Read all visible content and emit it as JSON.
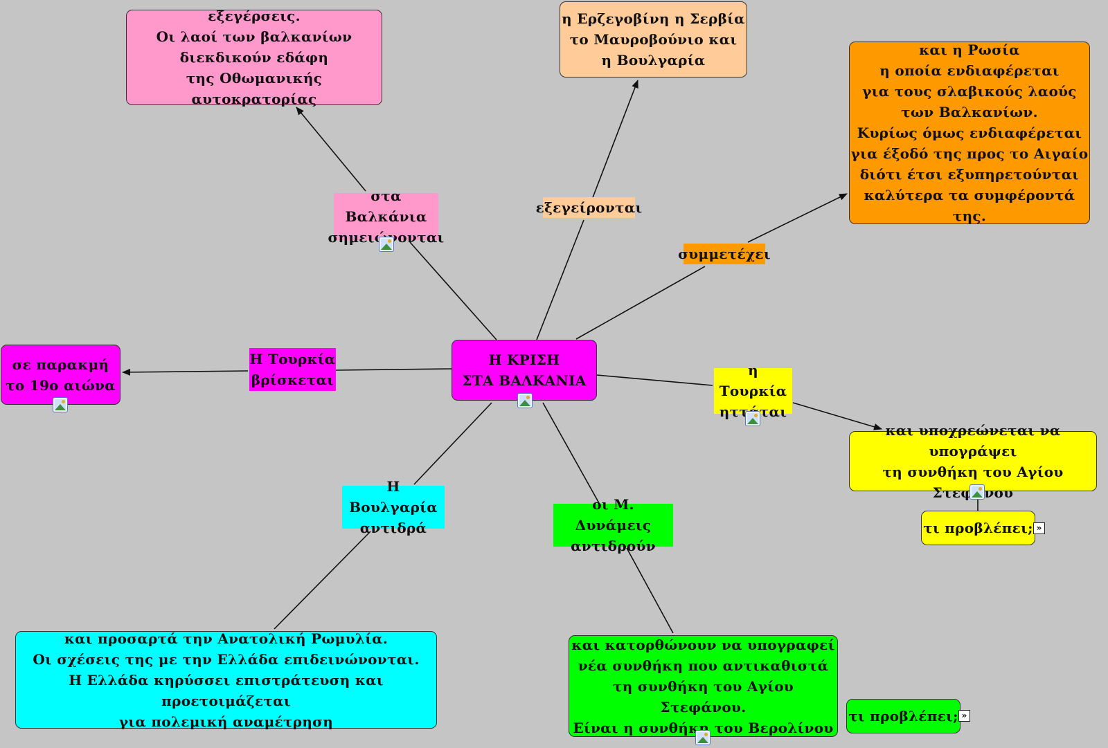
{
  "central_concept": "Η ΚΡΙΣΗ\nΣΤΑ ΒΑΛΚΑΝΙΑ",
  "concepts": {
    "exegerseis": "εξεγέρσεις.\nΟι λαοί των βαλκανίων\nδιεκδικούν εδάφη\nτης Οθωμανικής αυτοκρατορίας",
    "kratidia": "η Ερζεγοβίνη η Σερβία\nτο Μαυροβούνιο και\nη Βουλγαρία",
    "rosia": "και η Ρωσία\nη οποία ενδιαφέρεται\nγια τους σλαβικούς λαούς\nτων Βαλκανίων.\nΚυρίως όμως ενδιαφέρεται\nγια έξοδό της προς το Αιγαίο\nδιότι έτσι εξυπηρετούνται\nκαλύτερα τα συμφέροντά της.",
    "parakmi": "σε παρακμή\nτο 19ο αιώνα",
    "synthiki_agiou_stefanou": "και υποχρεώνεται να υπογράψει\nτη συνθήκη του Αγίου Στεφάνου",
    "ti_provlepei_1": "τι προβλέπει;",
    "anatoliki_romylia": "και προσαρτά την Ανατολική Ρωμυλία.\nΟι σχέσεις της με την Ελλάδα επιδεινώνονται.\nΗ Ελλάδα κηρύσσει επιστράτευση και προετοιμάζεται\nγια πολεμική αναμέτρηση",
    "synthiki_verolinou": "και κατορθώνουν να υπογραφεί\nνέα συνθήκη που αντικαθιστά\nτη συνθήκη του Αγίου Στεφάνου.\nΕίναι η συνθήκη του Βερολίνου",
    "ti_provlepei_2": "τι προβλέπει;"
  },
  "linking_phrases": {
    "valkania": "στα Βαλκάνια\nσημειώνονται",
    "exegeirontai": "εξεγείρονται",
    "symmetechei": "συμμετέχει",
    "tourkia_vrisketai": "Η Τουρκία\nβρίσκεται",
    "tourkia_ittatai": "η Τουρκία\nηττάται",
    "voulgaria_antidra": "Η Βουλγαρία\nαντιδρά",
    "dynameis_antidroun": "οι Μ. Δυνάμεις\nαντιδρούν"
  },
  "colors": {
    "background": "#c5c5c5",
    "pink": "#ff99cc",
    "peach": "#ffcc99",
    "orange": "#ff9900",
    "magenta": "#ff00ff",
    "yellow": "#ffff00",
    "cyan": "#00ffff",
    "green": "#00ff00",
    "line": "#111111"
  }
}
